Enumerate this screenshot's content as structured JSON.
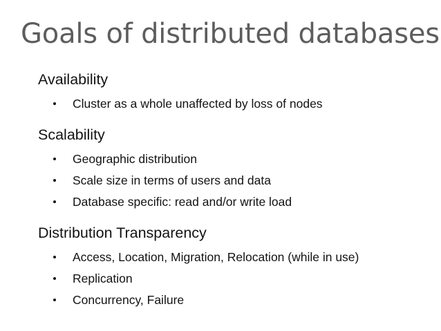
{
  "slide": {
    "title": "Goals of distributed databases",
    "title_color": "#5d5d5d",
    "body_color": "#131313",
    "background_color": "#ffffff",
    "bullet_glyph": "round-dot",
    "sections": [
      {
        "heading": "Availability",
        "bullets": [
          "Cluster as a whole unaffected by loss of nodes"
        ]
      },
      {
        "heading": "Scalability",
        "bullets": [
          "Geographic distribution",
          "Scale size in terms of users and data",
          "Database specific: read and/or write load"
        ]
      },
      {
        "heading": "Distribution Transparency",
        "bullets": [
          "Access, Location, Migration, Relocation (while in use)",
          "Replication",
          "Concurrency, Failure"
        ]
      }
    ]
  }
}
